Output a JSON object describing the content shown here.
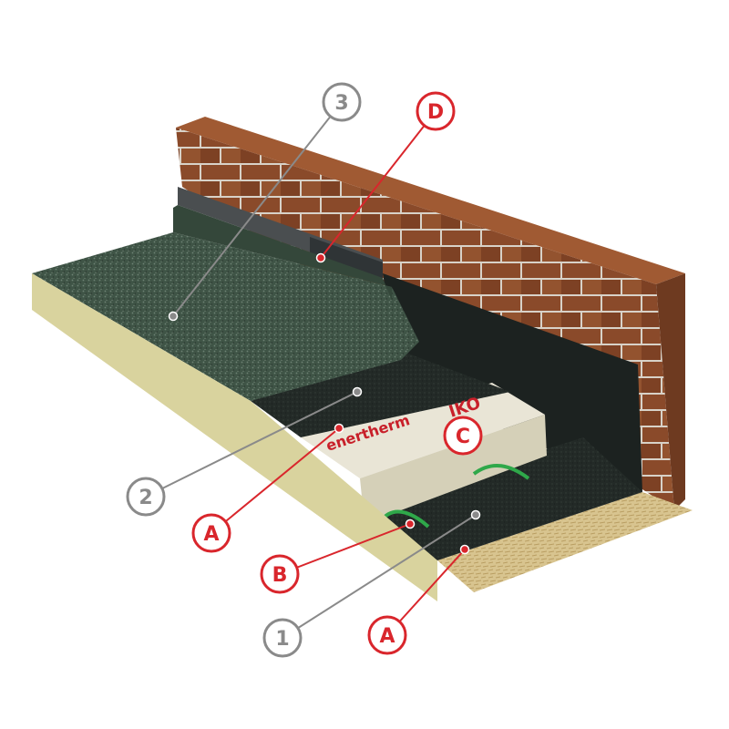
{
  "product": {
    "brand_text": "IKO",
    "board_text": "enertherm"
  },
  "callouts": [
    {
      "id": "c3",
      "label": "3",
      "style": "grey"
    },
    {
      "id": "cD",
      "label": "D",
      "style": "red"
    },
    {
      "id": "c2",
      "label": "2",
      "style": "grey"
    },
    {
      "id": "cA1",
      "label": "A",
      "style": "red"
    },
    {
      "id": "cC",
      "label": "C",
      "style": "red"
    },
    {
      "id": "cB",
      "label": "B",
      "style": "red"
    },
    {
      "id": "c1",
      "label": "1",
      "style": "grey"
    },
    {
      "id": "cA2",
      "label": "A",
      "style": "red"
    }
  ],
  "colors": {
    "callout_red": "#d9262c",
    "callout_grey": "#8a8a8a",
    "brick": "#8a4a2a",
    "mortar": "#d8d2c8",
    "cap_sheet": "#3f5446",
    "underlay": "#232a27",
    "insulation": "#d9d39e",
    "deck": "#d8c48f",
    "adhesive": "#2fa84a"
  }
}
